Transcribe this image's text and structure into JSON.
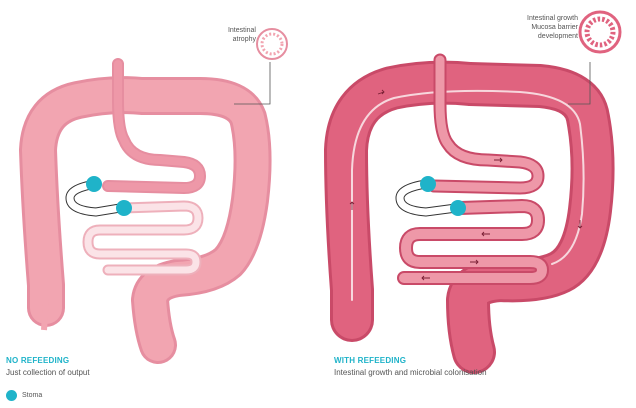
{
  "colors": {
    "panel_left_colon": "#f2a5b1",
    "panel_left_colon_edge": "#e68ea0",
    "panel_left_small_bowel": "#f6c2cb",
    "panel_left_proximal": "#ee98a8",
    "panel_right_colon": "#e0637f",
    "panel_right_colon_edge": "#c94a68",
    "panel_right_small_bowel": "#ee98a8",
    "mucosa_line": "#f7d7dd",
    "stoma": "#1fb3c9",
    "heading": "#1fb3c9",
    "body_text": "#555555"
  },
  "panels": [
    {
      "callout": [
        "Intestinal",
        "atrophy"
      ],
      "heading": "NO REFEEDING",
      "subtitle": "Just collection of output"
    },
    {
      "callout": [
        "Intestinal growth",
        "Mucosa barrier",
        "development"
      ],
      "heading": "WITH REFEEDING",
      "subtitle": "Intestinal growth and microbial colonisation"
    }
  ],
  "legend": {
    "label": "Stoma",
    "icon": "stoma-dot-icon"
  }
}
